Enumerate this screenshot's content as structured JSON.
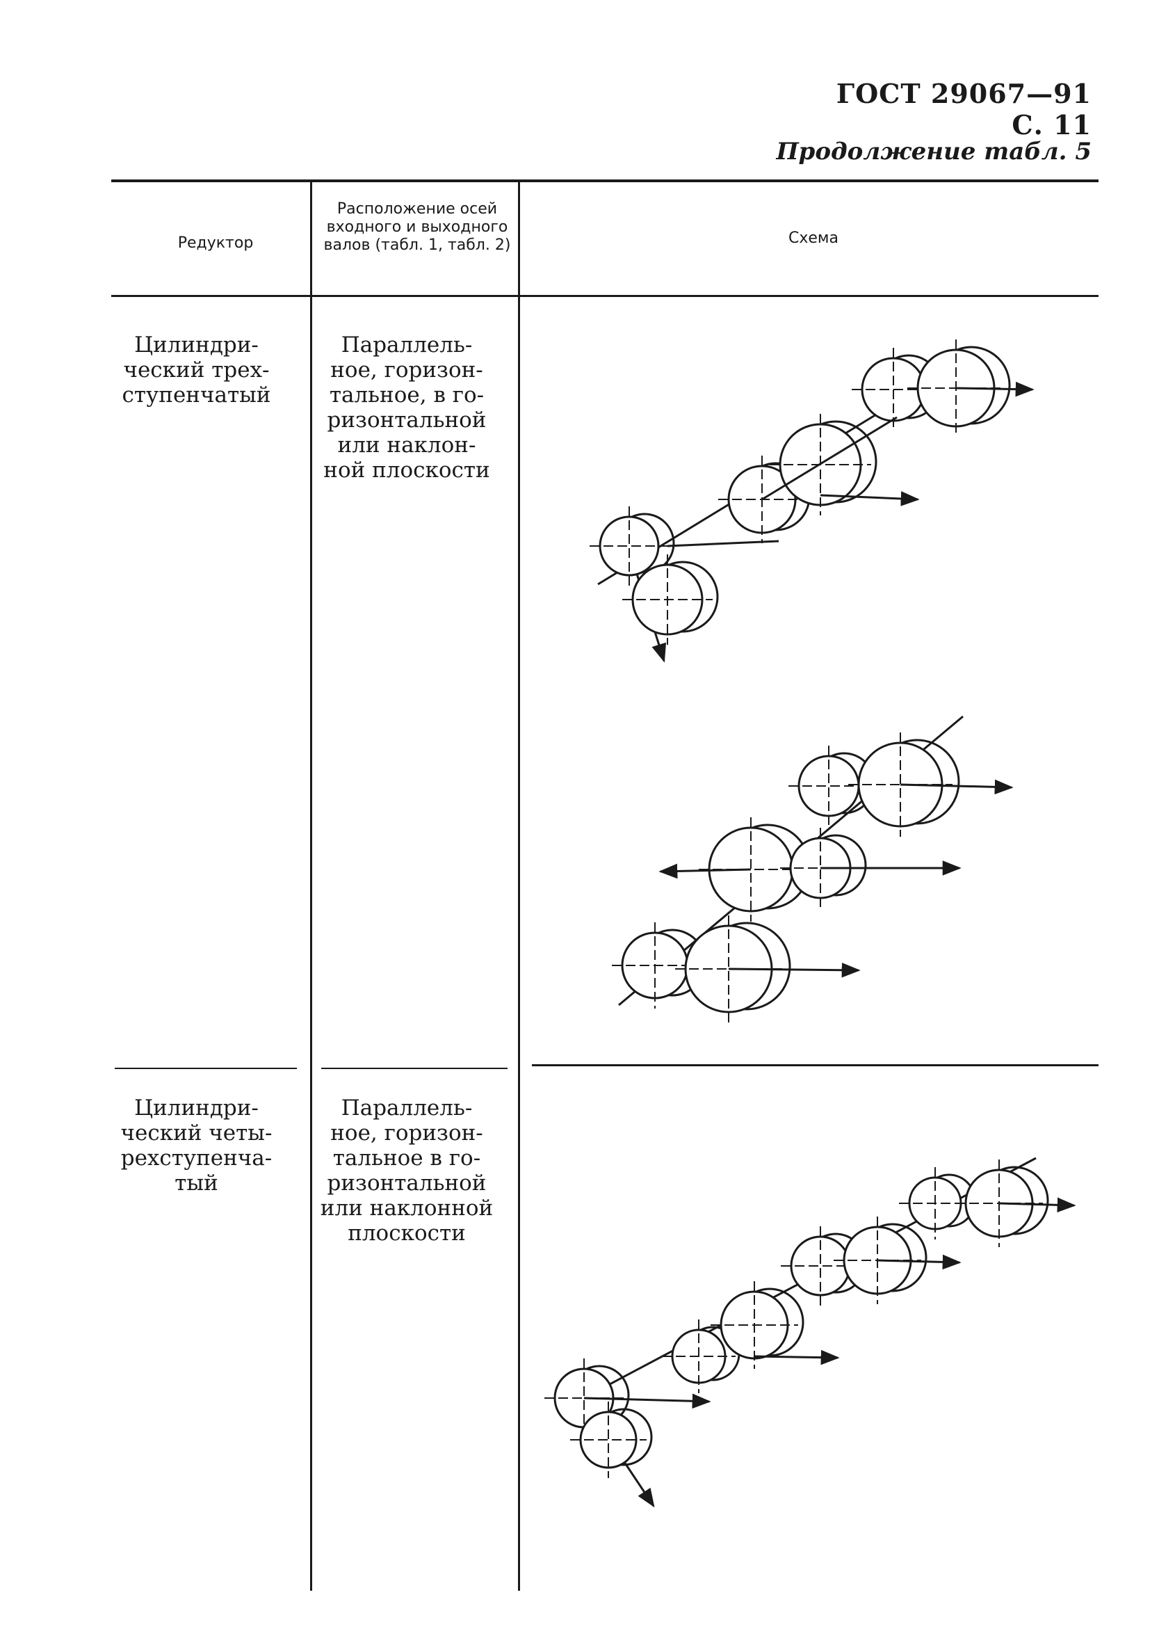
{
  "header": {
    "doc_id": "ГОСТ 29067—91 С. 11",
    "continuation": "Продолжение табл. 5"
  },
  "table": {
    "columns": [
      {
        "label": "Редуктор"
      },
      {
        "label": "Расположение осей входного и выходного валов (табл. 1, табл. 2)"
      },
      {
        "label": "Схема"
      }
    ],
    "rows": [
      {
        "reducer_lines": [
          "Цилиндри-",
          "ческий трех-",
          "ступенчатый"
        ],
        "axes_lines": [
          "Параллель-",
          "ное, горизон-",
          "тальное, в го-",
          "ризонтальной",
          "или наклон-",
          "ной плоскости"
        ]
      },
      {
        "reducer_lines": [
          "Цилиндри-",
          "ческий четы-",
          "рехступенча-",
          "тый"
        ],
        "axes_lines": [
          "Параллель-",
          "ное, горизон-",
          "тальное в го-",
          "ризонтальной",
          "или наклонной",
          "плоскости"
        ]
      }
    ]
  },
  "icons": {
    "schematic_1": "gear-train-schematic",
    "schematic_2": "gear-train-schematic",
    "schematic_3": "gear-train-schematic"
  }
}
